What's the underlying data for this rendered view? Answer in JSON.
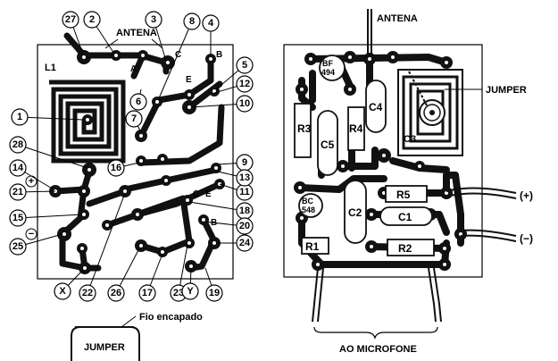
{
  "left_board": {
    "antenna_label": "ANTENA",
    "coil_label": "L1",
    "points": [
      "1",
      "2",
      "3",
      "4",
      "5",
      "6",
      "7",
      "8",
      "9",
      "10",
      "11",
      "12",
      "13",
      "14",
      "15",
      "16",
      "17",
      "18",
      "19",
      "20",
      "21",
      "22",
      "23",
      "24",
      "25",
      "26",
      "27",
      "28",
      "X",
      "Y"
    ],
    "letters": [
      "A",
      "C",
      "E",
      "B",
      "C",
      "E",
      "B"
    ],
    "plus_symbol": "+",
    "minus_symbol": "−"
  },
  "right_board": {
    "antenna_label": "ANTENA",
    "jumper_label": "JUMPER",
    "transistor_top": [
      "BF",
      "494"
    ],
    "transistor_bottom": [
      "BC",
      "548"
    ],
    "components": [
      "R3",
      "C5",
      "R4",
      "C4",
      "C3",
      "R5",
      "C2",
      "C1",
      "R1",
      "R2"
    ],
    "plus_label": "(+)",
    "minus_label": "(−)",
    "microphone_label": "AO MICROFONE"
  },
  "jumper_detail": {
    "label": "JUMPER",
    "wire_label": "Fio encapado"
  }
}
